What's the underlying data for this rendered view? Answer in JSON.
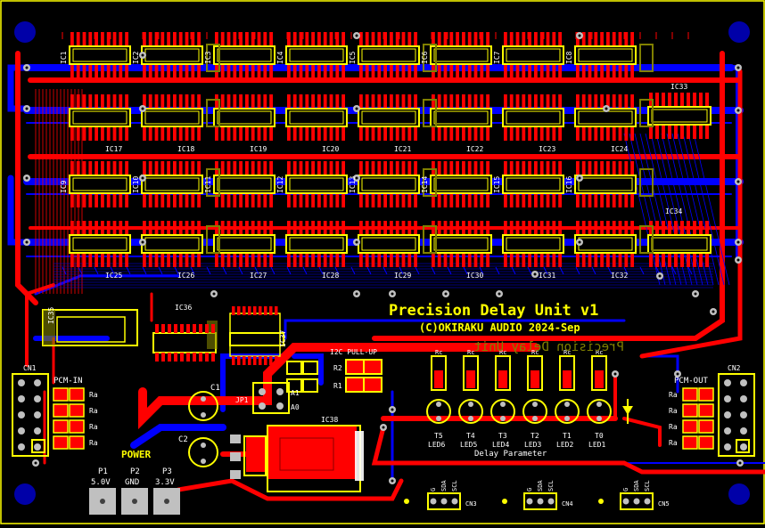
{
  "title": "Precision Delay Unit v1",
  "subtitle": "(C)OKIRAKU AUDIO 2024-Sep",
  "mirror_text": "Precision Delay Unit",
  "colors": {
    "top_copper": "#ff0000",
    "bottom_copper": "#0000ff",
    "silk": "#ffff00",
    "pad": "#c0c0c0",
    "background": "#000000",
    "text_white": "#ffffff"
  },
  "ic_row1": [
    "IC1",
    "IC2",
    "IC3",
    "IC4",
    "IC5",
    "IC6",
    "IC7",
    "IC8"
  ],
  "ic_row2_labels": [
    "IC17",
    "IC18",
    "IC19",
    "IC20",
    "IC21",
    "IC22",
    "IC23",
    "IC24"
  ],
  "ic33": "IC33",
  "ic_row3": [
    "IC9",
    "IC10",
    "IC11",
    "IC12",
    "IC13",
    "IC14",
    "IC15",
    "IC16"
  ],
  "ic34": "IC34",
  "ic_row4_labels": [
    "IC25",
    "IC26",
    "IC27",
    "IC28",
    "IC29",
    "IC30",
    "IC31",
    "IC32"
  ],
  "ic35": "IC35",
  "ic36": "IC36",
  "ic37": "IC37",
  "ic38": "IC38",
  "connectors": {
    "cn1": "CN1",
    "cn2": "CN2",
    "cn3": "CN3",
    "cn4": "CN4",
    "cn5": "CN5",
    "pcm_in": "PCM-IN",
    "pcm_out": "PCM-OUT",
    "ra": "Ra",
    "jp1": "JP1"
  },
  "i2c_pullup": "I2C PULL-UP",
  "resistors": [
    "R2",
    "R1"
  ],
  "address_pins": [
    "A1",
    "A0"
  ],
  "caps": [
    "C1",
    "C2"
  ],
  "power": {
    "label": "POWER",
    "pins": [
      {
        "name": "P1",
        "value": "5.0V"
      },
      {
        "name": "P2",
        "value": "GND"
      },
      {
        "name": "P3",
        "value": "3.3V"
      }
    ]
  },
  "delay": {
    "label": "Delay Parameter",
    "rc_labels": [
      "Rc",
      "Rc",
      "Rc",
      "Rc",
      "Rc",
      "Rc"
    ],
    "switches": [
      {
        "t": "T5",
        "led": "LED6"
      },
      {
        "t": "T4",
        "led": "LED5"
      },
      {
        "t": "T3",
        "led": "LED4"
      },
      {
        "t": "T2",
        "led": "LED3"
      },
      {
        "t": "T1",
        "led": "LED2"
      },
      {
        "t": "T0",
        "led": "LED1"
      }
    ]
  },
  "bus_labels": [
    "G",
    "SDA",
    "SCL"
  ]
}
